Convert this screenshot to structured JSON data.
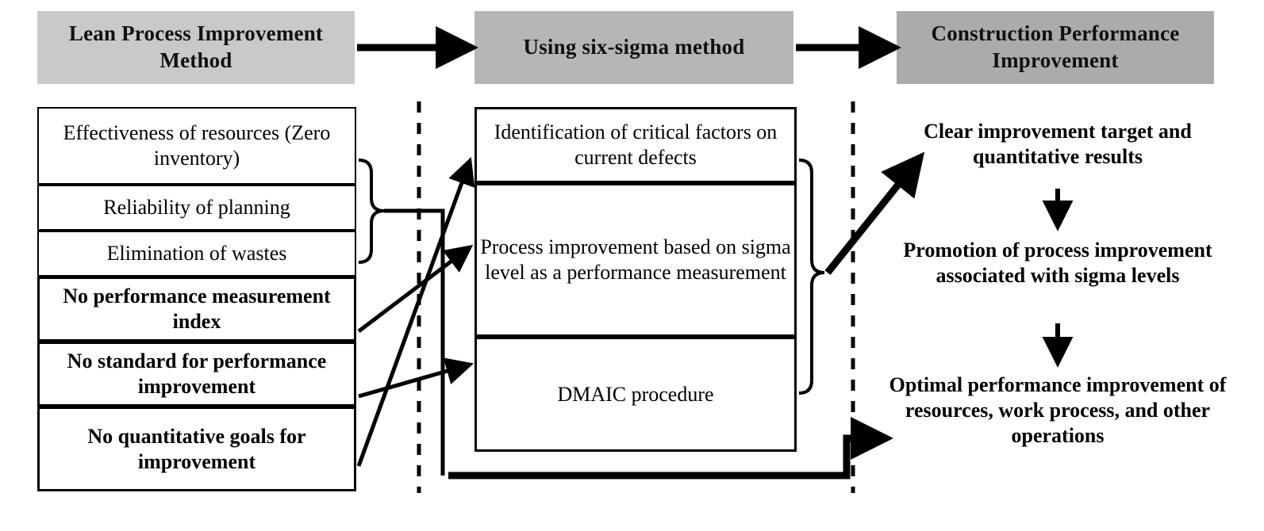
{
  "diagram": {
    "title_implicit": "Lean Process Improvement Method to Construction Performance Improvement",
    "headers": [
      {
        "id": "lean",
        "label": "Lean Process Improvement Method",
        "fill": "#c9c9c9"
      },
      {
        "id": "sixsigma",
        "label": "Using six-sigma method",
        "fill": "#b6b6b6"
      },
      {
        "id": "outcome",
        "label": "Construction Performance Improvement",
        "fill": "#ababab"
      }
    ],
    "left_column": {
      "name": "lean-attributes",
      "items": [
        {
          "label": "Effectiveness of resources (Zero inventory)",
          "bold": false
        },
        {
          "label": "Reliability of planning",
          "bold": false
        },
        {
          "label": "Elimination of wastes",
          "bold": false
        },
        {
          "label": "No performance measurement index",
          "bold": true
        },
        {
          "label": "No standard for performance improvement",
          "bold": true
        },
        {
          "label": "No quantitative goals for improvement",
          "bold": true
        }
      ]
    },
    "middle_column": {
      "name": "six-sigma-steps",
      "items": [
        {
          "label": "Identification of critical factors on current defects"
        },
        {
          "label": "Process improvement based on sigma level as a performance measurement"
        },
        {
          "label": "DMAIC procedure"
        }
      ]
    },
    "right_column": {
      "name": "construction-performance-outcomes",
      "items": [
        {
          "label": "Clear improvement target and quantitative results"
        },
        {
          "label": "Promotion of process improvement associated with sigma levels"
        },
        {
          "label": "Optimal performance improvement of resources, work process, and other operations"
        }
      ]
    },
    "connectors": {
      "header_arrows": 2,
      "dashed_separators": 2,
      "diagonal_arrows": 3,
      "vertical_flow_arrows": 2,
      "braces": 2
    },
    "colors": {
      "stroke": "#000000",
      "page_background": "#ffffff",
      "header_left_fill": "#c9c9c9",
      "header_mid_fill": "#b6b6b6",
      "header_right_fill": "#ababab"
    }
  }
}
